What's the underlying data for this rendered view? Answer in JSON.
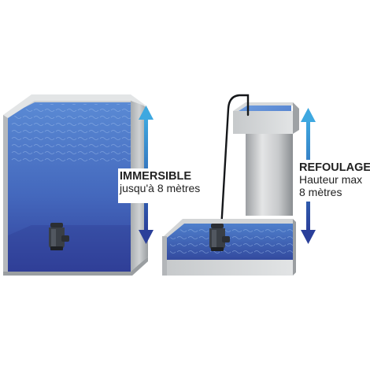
{
  "immersible": {
    "title": "IMMERSIBLE",
    "subtitle": "jusqu'à 8 mètres"
  },
  "refoulage": {
    "title": "REFOULAGE",
    "line1": "Hauteur max",
    "line2": "8 mètres"
  },
  "icons": {
    "pump_left": "submersible-pump-icon",
    "pump_right": "submersible-pump-icon",
    "arrow": "double-arrow-icon"
  },
  "colors": {
    "water_light": "#4a7ccb",
    "water_dark": "#2f3c94",
    "wall_light": "#d2d4d6",
    "wall_dark": "#8f9396",
    "arrow_top": "#3ea8e0",
    "arrow_bottom": "#2a3f9a"
  }
}
